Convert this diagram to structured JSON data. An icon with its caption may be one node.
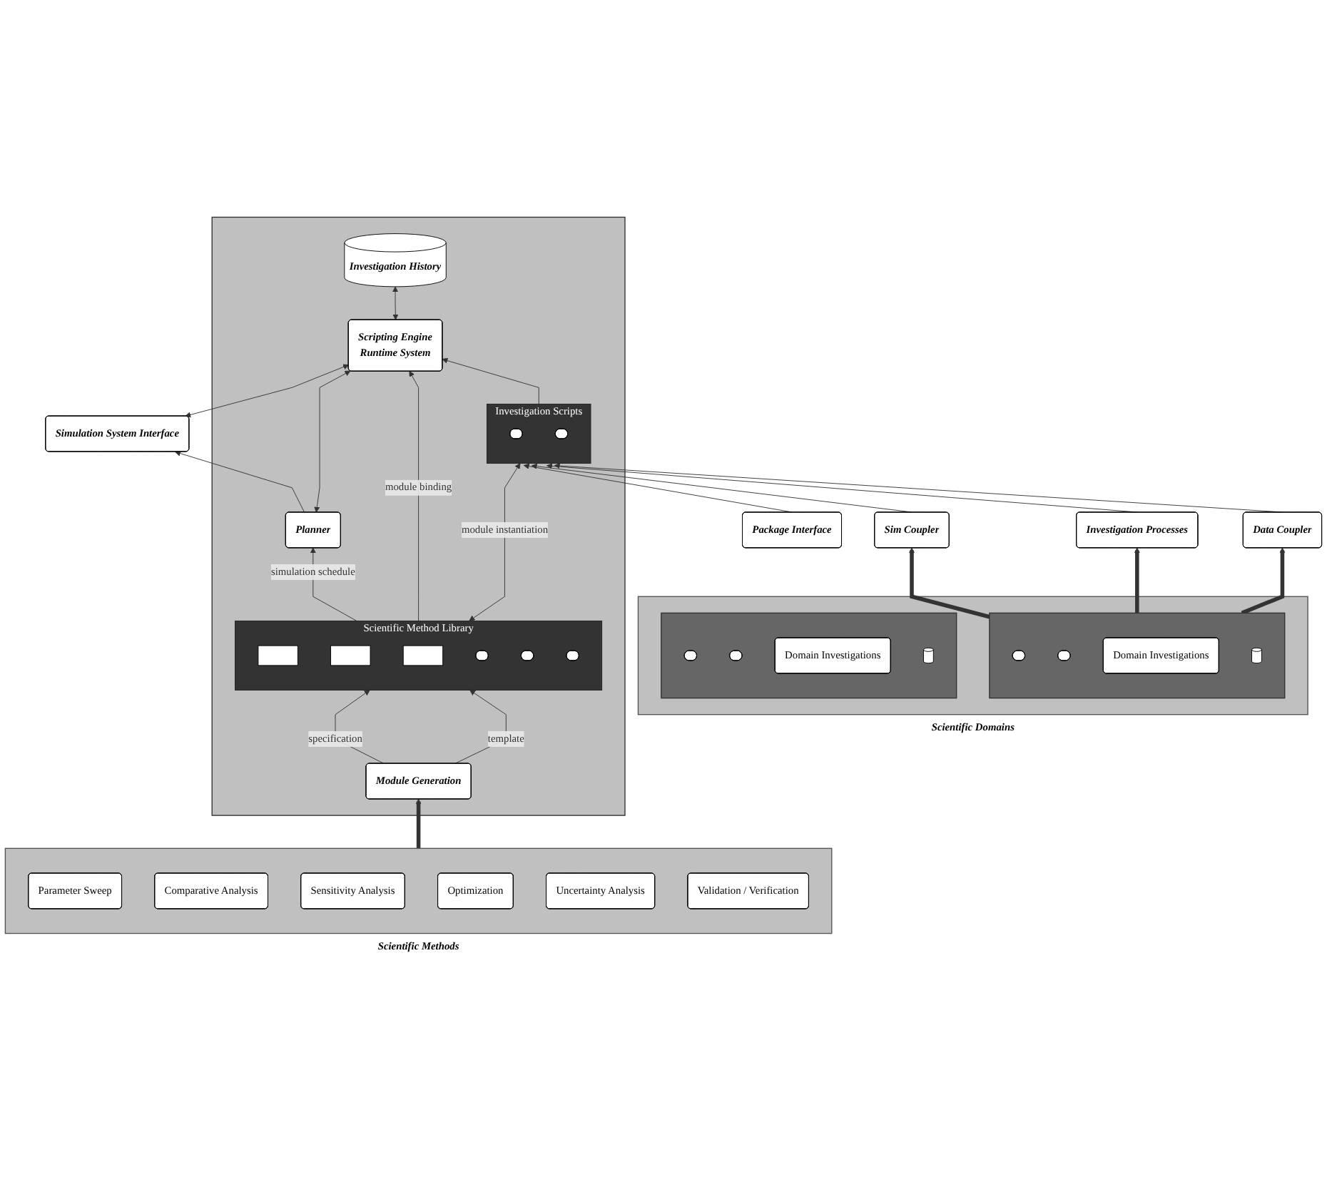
{
  "diagram": {
    "nodes": [
      {
        "text": [],
        "shape": "box"
      },
      {
        "text": [
          "Simulation System Interface"
        ]
      },
      {
        "text": [
          "Planner"
        ],
        "in": 0
      },
      {
        "text": [
          "Scripting Engine",
          "Runtime System"
        ],
        "in": 0
      },
      {
        "text": [
          "Investigation History"
        ],
        "in": 0
      },
      {
        "text": [
          "Scientific Method Library"
        ],
        "in": 0
      },
      {
        "text": [],
        "shape": "box",
        "in": 5
      },
      {
        "text": [],
        "shape": "box",
        "in": 5
      },
      {
        "text": [],
        "shape": "box",
        "in": 5
      },
      {
        "text": [],
        "shape": "ellipse",
        "in": 5
      },
      {
        "text": [],
        "shape": "ellipse",
        "in": 5
      },
      {
        "text": [],
        "shape": "ellipse",
        "in": 5
      },
      {
        "text": [
          "Investigation Scripts"
        ],
        "in": 0
      },
      {
        "text": [],
        "shape": "ellipse",
        "in": 12
      },
      {
        "text": [],
        "shape": "ellipse",
        "in": 12
      },
      {
        "text": [
          "Package Interface"
        ]
      },
      {
        "text": [
          "Module Generation"
        ],
        "in": 0
      },
      {
        "text": [
          "Sim Coupler"
        ]
      },
      {
        "text": [
          "Investigation Processes"
        ]
      },
      {
        "text": [
          "Data Coupler"
        ]
      },
      {
        "text": [
          "Scientific Methods"
        ]
      },
      {
        "text": [
          "Parameter Sweep"
        ],
        "in": 20
      },
      {
        "text": [
          "Comparative Analysis"
        ],
        "in": 20
      },
      {
        "text": [
          "Sensitivity Analysis"
        ],
        "in": 20
      },
      {
        "text": [
          "Optimization"
        ],
        "in": 20
      },
      {
        "text": [
          "Uncertainty Analysis"
        ],
        "in": 20
      },
      {
        "text": [
          "Validation / Verification"
        ],
        "in": 20
      },
      {
        "text": [
          "Scientific Domains"
        ]
      },
      {
        "text": [],
        "shape": "box",
        "in": 27
      },
      {
        "text": [],
        "shape": "ellipse",
        "in": 28
      },
      {
        "text": [],
        "shape": "ellipse",
        "in": 28
      },
      {
        "text": [
          "Domain Investigations"
        ],
        "in": 28
      },
      {
        "text": [],
        "shape": "cylinder",
        "in": 28
      },
      {
        "text": [],
        "shape": "box",
        "in": 27
      },
      {
        "text": [],
        "shape": "ellipse",
        "in": 33
      },
      {
        "text": [],
        "shape": "ellipse",
        "in": 33
      },
      {
        "text": [
          "Domain Investigations"
        ],
        "in": 33
      },
      {
        "text": [],
        "shape": "cylinder",
        "in": 33
      }
    ],
    "edges": [
      {
        "from": 2,
        "to": 1,
        "arrow": "to"
      },
      {
        "from": 1,
        "to": 3,
        "arrow": "both"
      },
      {
        "from": 2,
        "to": 3,
        "arrow": "both"
      },
      {
        "from": 3,
        "to": 4,
        "arrow": "both"
      },
      {
        "from": 5,
        "to": 2,
        "arrow": "to",
        "label": "simulation schedule"
      },
      {
        "from": 5,
        "to": 3,
        "arrow": "to",
        "label": "module binding"
      },
      {
        "from": 12,
        "to": 3,
        "arrow": "to"
      },
      {
        "from": 5,
        "to": 12,
        "arrow": "both",
        "label": "module instantiation"
      },
      {
        "from": 15,
        "to": 12,
        "arrow": "to"
      },
      {
        "from": 16,
        "to": 5,
        "arrow": "to",
        "label": "specification"
      },
      {
        "from": 16,
        "to": 5,
        "arrow": "to",
        "label": "template"
      },
      {
        "from": 17,
        "to": 12,
        "arrow": "to"
      },
      {
        "from": 18,
        "to": 12,
        "arrow": "to"
      },
      {
        "from": 19,
        "to": 12,
        "arrow": "to"
      },
      {
        "from": 20,
        "to": 16,
        "arrow": "to",
        "style": "thick"
      },
      {
        "from": 28,
        "to": 17,
        "arrow": "to",
        "style": "thick"
      },
      {
        "from": 28,
        "to": 18,
        "arrow": "to",
        "style": "thick"
      },
      {
        "from": 28,
        "to": 19,
        "arrow": "to",
        "style": "thick"
      }
    ]
  }
}
